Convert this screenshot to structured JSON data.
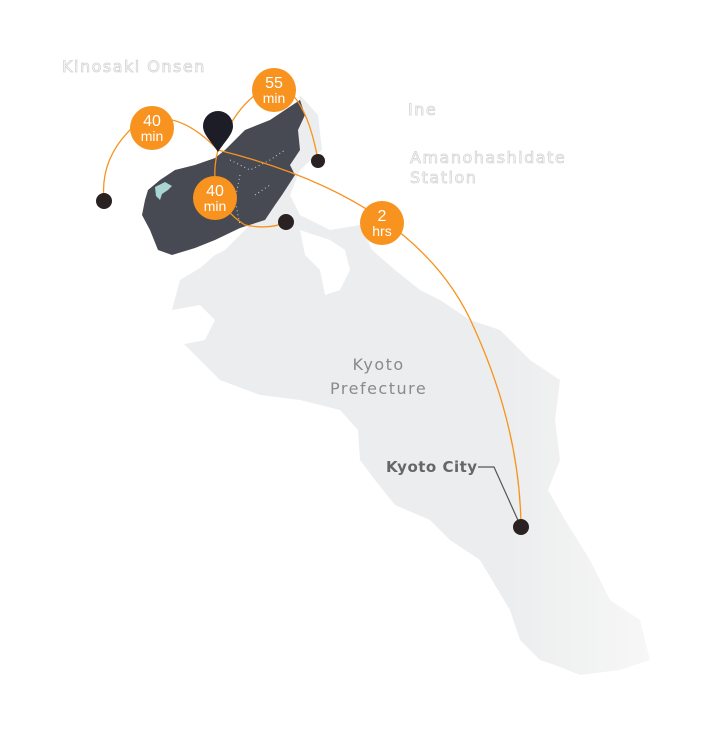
{
  "colors": {
    "accent": "#f7931e",
    "region_dark": "#474a53",
    "prefecture": "#ecedee",
    "marker": "#2a2222",
    "pin": "#1c1d26",
    "lake": "#a9d6d0"
  },
  "labels": {
    "kinosaki": "Kinosaki Onsen",
    "ine": "Ine",
    "amanohashidate": "Amanohashidate\nStation",
    "prefecture": "Kyoto\nPrefecture",
    "kyoto_city": "Kyoto City"
  },
  "routes": [
    {
      "to": "Kinosaki Onsen",
      "num": "40",
      "unit": "min"
    },
    {
      "to": "Ine",
      "num": "55",
      "unit": "min"
    },
    {
      "to": "Local",
      "num": "40",
      "unit": "min"
    },
    {
      "to": "Kyoto City",
      "num": "2",
      "unit": "hrs"
    }
  ],
  "icons": {
    "pin": "map-pin-icon",
    "destination": "destination-dot-icon"
  }
}
